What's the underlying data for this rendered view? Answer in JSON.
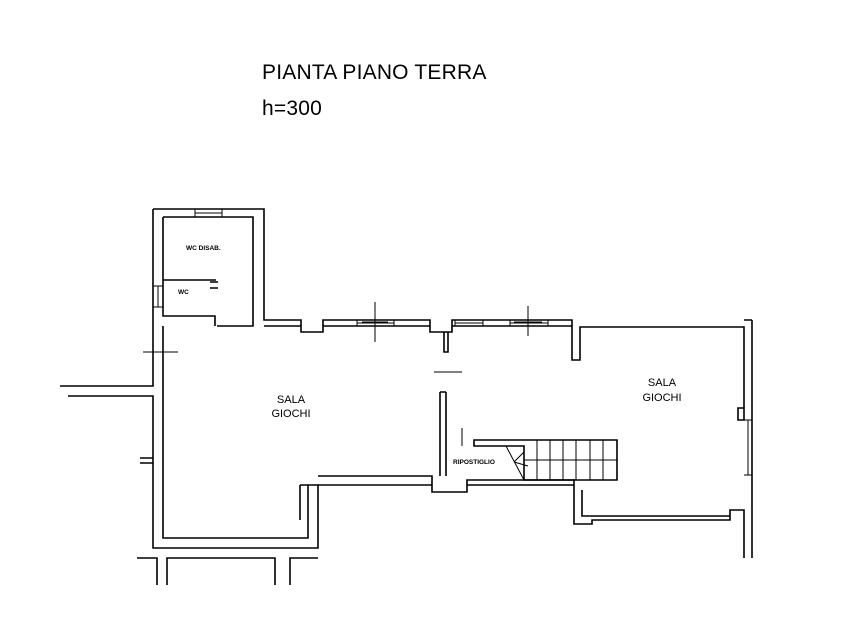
{
  "header": {
    "title": "PIANTA PIANO TERRA",
    "height": "h=300"
  },
  "rooms": {
    "wc_disab": "WC DISAB.",
    "wc": "WC",
    "sala_giochi_left": [
      "SALA",
      "GIOCHI"
    ],
    "sala_giochi_right": [
      "SALA",
      "GIOCHI"
    ],
    "ripostiglio": "RIPOSTIGLIO"
  }
}
